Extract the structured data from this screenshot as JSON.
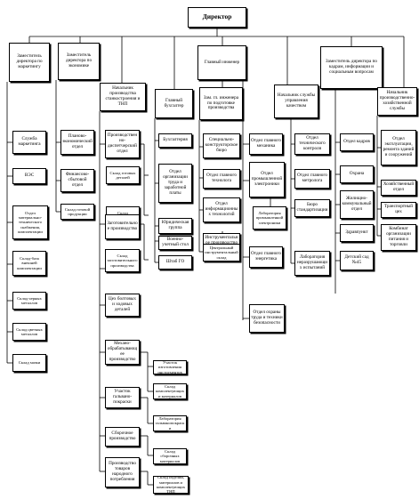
{
  "director": "Директор",
  "deputies": {
    "marketing": "Заместитель директора по маркетингу",
    "economics": "Заместитель директора по экономике",
    "chief_engineer": "Главный инженер",
    "hr": "Заместитель директора по кадрам, информации и социальным вопросам"
  },
  "heads": {
    "production": "Начальник производства станкостроения и ТНП",
    "chief_accountant": "Главный бухгалтер",
    "deputy_chief_engineer": "Зам. гл. инженера по подготовке производства",
    "quality": "Начальник службы управления качеством",
    "aho": "Начальник производственно-хозяйственной службы"
  },
  "marketing_units": {
    "service": "Служба маркетинга",
    "vez": "ВЭС",
    "otkk": "Отдел материально-технического снабжения, комплектации",
    "sklad_bk": "Склад-база внешней комплектации",
    "sklad_metal": "Склад черных металлов",
    "sklad_color": "Склад цветных металлов",
    "sklad_wood": "Склад мазки"
  },
  "economics_units": {
    "peo": "Планово-экономический отдел",
    "fin": "Финансово-сбытовой отдел",
    "sklad_ready": "Склад готовой продукции"
  },
  "production_units": {
    "pdo": "Производственно-диспетчерский отдел",
    "sklad_parts": "Склад готовых деталей",
    "sklad_complect": "Склад комплектации",
    "zagot": "Заготовительное производство",
    "sklad_zagot": "Склад заготовительного производства",
    "ceh_bolt": "Цех болтовых и ходовых деталей",
    "mech": "Механо-обрабатывающее производство",
    "uch_ink": "Участок изготовления инструментов",
    "sklad_kompl_mech": "Склад комплектующих и материалов",
    "uch_gal": "Участок гальвано-покраски",
    "lab_gal": "Лаборатория гальванопокраски",
    "sborka": "Сборочное производство",
    "sklad_iz": "Склад сборочных материалов",
    "tovar": "Производство товаров народного потребления",
    "sklad_tovar": "Склад изделий, материалов и комплектующих ТНП"
  },
  "accounting_units": {
    "buh": "Бухгалтерия",
    "otz": "Отдел организации труда и заработной платы",
    "jur": "Юридическая группа",
    "vus": "Военно-учетный стол",
    "shtab": "Штаб ГО"
  },
  "engineering_units": {
    "skb": "Специально-конструкторское бюро",
    "ogt": "Отдел главного технолога",
    "oit": "Отдел информационных технологий",
    "tool": "Инструментальное производство",
    "tool_sklad": "Центральный инструментальный склад"
  },
  "chief_eng_units": {
    "ogm": "Отдел главного механика",
    "energy": "Отдел промышленной электроники",
    "lab_energy": "Лаборатория промышленной электроники",
    "oge": "Отдел главного энергетика",
    "safety": "Отдел охраны труда и техники безопасности"
  },
  "quality_units": {
    "otk": "Отдел технического контроля",
    "metrolog": "Отдел главного метролога",
    "standard": "Бюро стандартизации",
    "lab_test": "Лаборатория неразрушающих испытаний"
  },
  "hr_units": {
    "kadr": "Отдел кадров",
    "ohrana": "Охрана",
    "housing": "Жилищно-коммунальный отдел",
    "health": "Здравпункт",
    "kinder": "Детский сад №45"
  },
  "aho_units": {
    "oerz": "Отдел эксплуатации, ремонта зданий и сооружений",
    "hoz": "Хозяйственный отдел",
    "transport": "Транспортный цех",
    "food": "Комбинат организации питания и торговли"
  }
}
